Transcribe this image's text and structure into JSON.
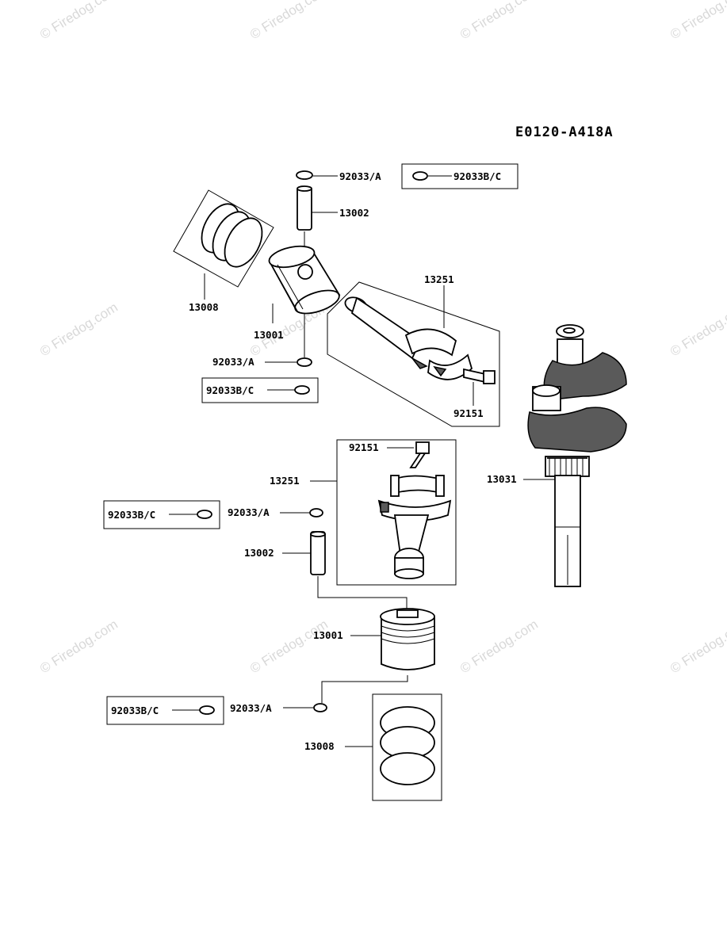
{
  "diagram_code": "E0120-A418A",
  "watermark_text": "© Firedog.com",
  "labels": {
    "clip_a_top": "92033/A",
    "clip_bc_top": "92033B/C",
    "pin_top": "13002",
    "rings_top": "13008",
    "piston_top": "13001",
    "clip_a_mid": "92033/A",
    "clip_bc_mid": "92033B/C",
    "conrod_top": "13251",
    "bolt_top": "92151",
    "bolt_mid": "92151",
    "conrod_mid": "13251",
    "crankshaft": "13031",
    "clip_bc_lower": "92033B/C",
    "clip_a_lower": "92033/A",
    "pin_lower": "13002",
    "piston_lower": "13001",
    "clip_bc_bottom": "92033B/C",
    "clip_a_bottom": "92033/A",
    "rings_bottom": "13008"
  }
}
